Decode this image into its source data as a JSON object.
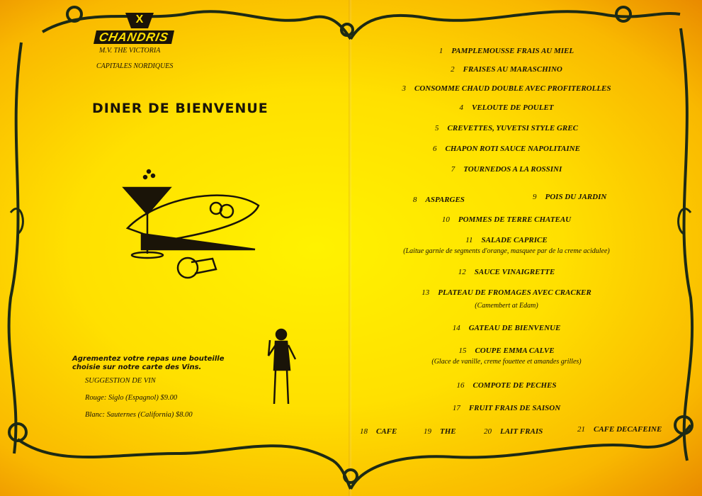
{
  "left_page": {
    "logo": {
      "mark": "X",
      "name": "CHANDRIS"
    },
    "ship": "M.V. THE VICTORIA",
    "route": "CAPITALES NORDIQUES",
    "title": "DINER DE BIENVENUE",
    "wine": {
      "intro": "Agrementez votre repas une bouteille choisie sur notre carte des Vins.",
      "suggestion": "SUGGESTION DE VIN",
      "rouge": "Rouge:  Siglo (Espagnol)  $9.00",
      "blanc": "Blanc:  Sauternes (California)  $8.00"
    }
  },
  "right_page": {
    "items": [
      {
        "num": "1",
        "name": "PAMPLEMOUSSE FRAIS AU MIEL"
      },
      {
        "num": "2",
        "name": "FRAISES AU MARASCHINO"
      },
      {
        "num": "3",
        "name": "CONSOMME CHAUD DOUBLE AVEC PROFITEROLLES"
      },
      {
        "num": "4",
        "name": "VELOUTE DE POULET"
      },
      {
        "num": "5",
        "name": "CREVETTES, YUVETSI STYLE GREC"
      },
      {
        "num": "6",
        "name": "CHAPON ROTI SAUCE NAPOLITAINE"
      },
      {
        "num": "7",
        "name": "TOURNEDOS A LA ROSSINI"
      },
      {
        "num": "10",
        "name": "POMMES DE TERRE CHATEAU"
      },
      {
        "num": "11",
        "name": "SALADE CAPRICE",
        "note": "(Laitue garnie de segments d'orange, masquee par de la creme acidulee)"
      },
      {
        "num": "12",
        "name": "SAUCE VINAIGRETTE"
      },
      {
        "num": "13",
        "name": "PLATEAU DE FROMAGES AVEC CRACKER",
        "note": "(Camembert at Edam)"
      },
      {
        "num": "14",
        "name": "GATEAU DE BIENVENUE"
      },
      {
        "num": "15",
        "name": "COUPE EMMA CALVE",
        "note": "(Glace de vanille, creme fouettee et amandes grilles)"
      },
      {
        "num": "16",
        "name": "COMPOTE  DE PECHES"
      },
      {
        "num": "17",
        "name": "FRUIT FRAIS DE SAISON"
      }
    ],
    "pair": [
      {
        "num": "8",
        "name": "ASPARGES"
      },
      {
        "num": "9",
        "name": "POIS DU JARDIN"
      }
    ],
    "drinks": [
      {
        "num": "18",
        "name": "CAFE"
      },
      {
        "num": "19",
        "name": "THE"
      },
      {
        "num": "20",
        "name": "LAIT FRAIS"
      },
      {
        "num": "21",
        "name": "CAFE DECAFEINE"
      }
    ]
  }
}
